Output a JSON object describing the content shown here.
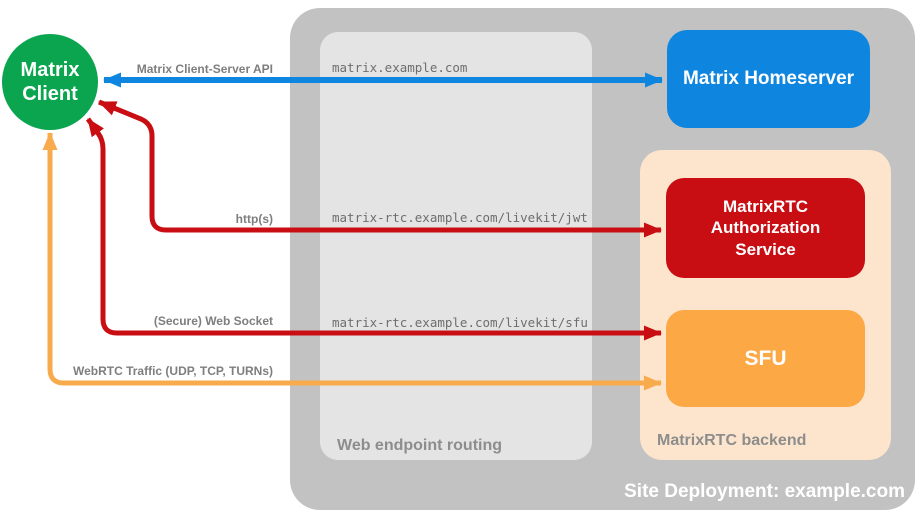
{
  "site": {
    "title": "Site Deployment: example.com"
  },
  "client": {
    "label": "Matrix Client"
  },
  "homeserver": {
    "label": "Matrix Homeserver"
  },
  "backend": {
    "title": "MatrixRTC backend",
    "auth_service": {
      "label": "MatrixRTC Authorization Service"
    },
    "sfu": {
      "label": "SFU"
    }
  },
  "routing": {
    "title": "Web endpoint routing",
    "endpoints": [
      "matrix.example.com",
      "matrix-rtc.example.com/livekit/jwt",
      "matrix-rtc.example.com/livekit/sfu"
    ]
  },
  "arrows": [
    {
      "label": "Matrix Client-Server API",
      "color": "#0e86e0",
      "from": "Matrix Client",
      "to": "Matrix Homeserver",
      "bidirectional": true,
      "via": "matrix.example.com"
    },
    {
      "label": "http(s)",
      "color": "#c90e13",
      "from": "Matrix Client",
      "to": "MatrixRTC Authorization Service",
      "bidirectional": true,
      "via": "matrix-rtc.example.com/livekit/jwt"
    },
    {
      "label": "(Secure) Web Socket",
      "color": "#c90e13",
      "from": "Matrix Client",
      "to": "SFU",
      "bidirectional": true,
      "via": "matrix-rtc.example.com/livekit/sfu"
    },
    {
      "label": "WebRTC Traffic (UDP, TCP, TURNs)",
      "color": "#f8ab4c",
      "from": "Matrix Client",
      "to": "SFU",
      "bidirectional": true
    }
  ],
  "colors": {
    "client_green": "#0aa54e",
    "homeserver_blue": "#0e86e0",
    "auth_red": "#c90e13",
    "sfu_orange": "#fba845",
    "backend_peach": "#fce5cc",
    "container_gray": "#c2c2c2",
    "routing_gray": "#e4e4e4",
    "label_gray": "#7e7e7e",
    "endpoint_gray": "#6e6e6e"
  }
}
